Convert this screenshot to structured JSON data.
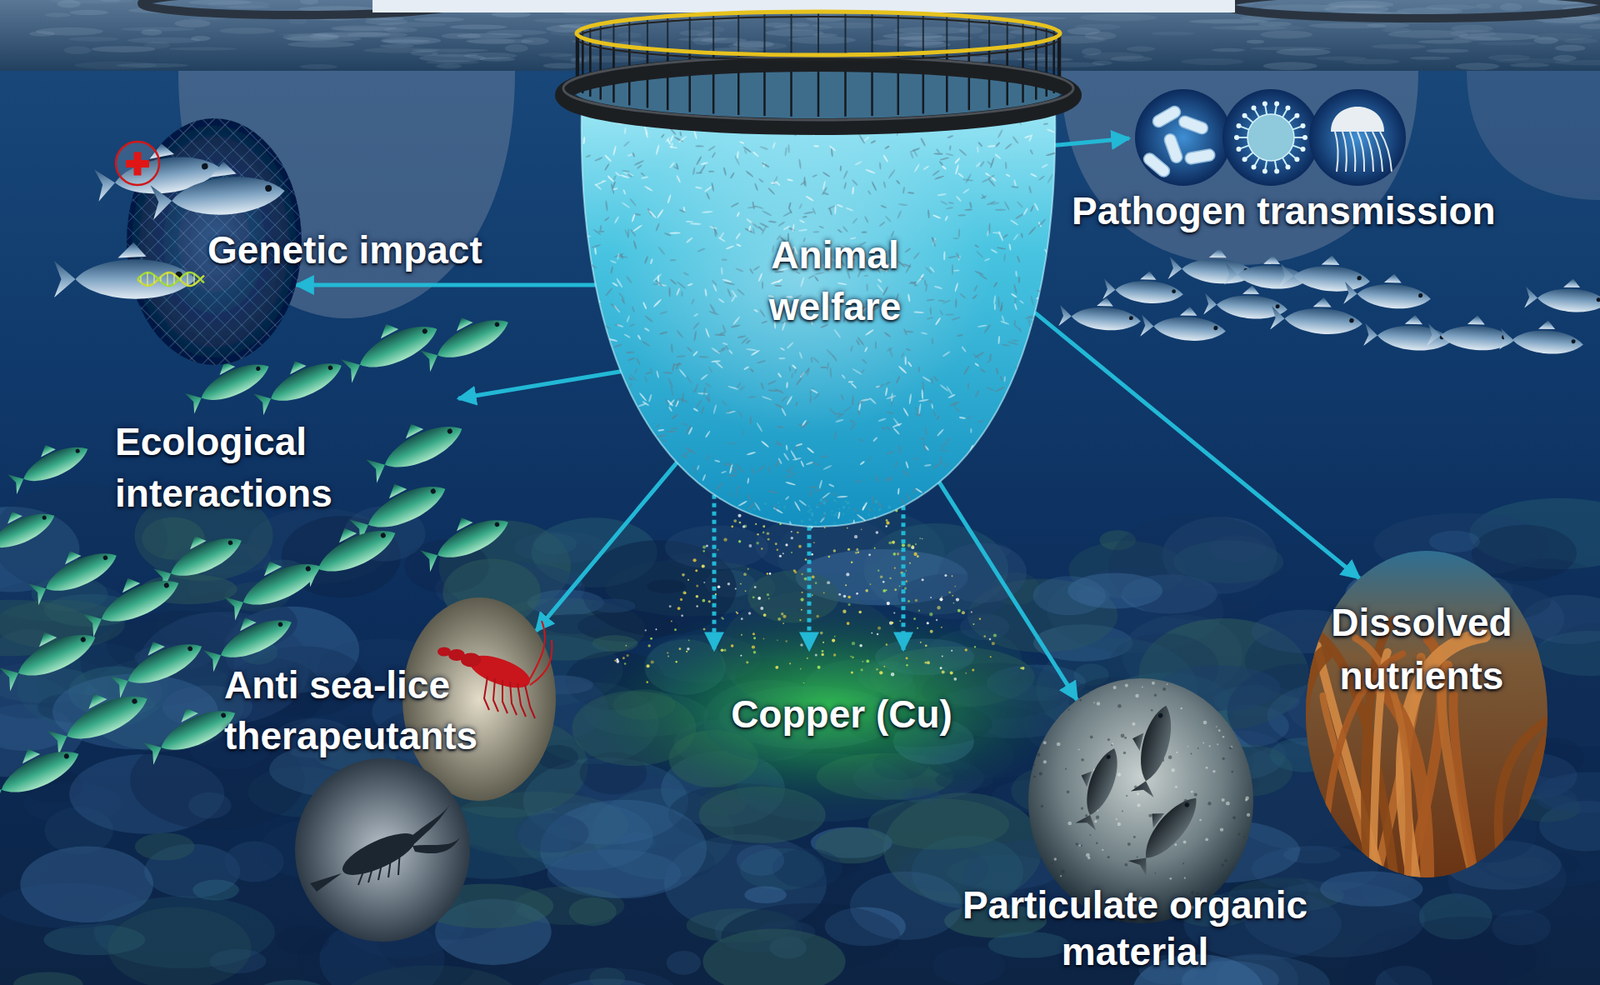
{
  "diagram": {
    "nodes": [
      {
        "text": [
          "Animal welfare"
        ]
      },
      {
        "text": [
          "Genetic impact"
        ]
      },
      {
        "text": [
          "Pathogen transmission"
        ]
      },
      {
        "text": [
          "Ecological interactions"
        ]
      },
      {
        "text": [
          "Dissolved nutrients"
        ]
      },
      {
        "text": [
          "Anti sea-lice therapeutants"
        ]
      },
      {
        "text": [
          "Copper (Cu)"
        ]
      },
      {
        "text": [
          "Particulate organic material"
        ]
      }
    ],
    "edges": [
      {
        "from": 0,
        "to": 1,
        "arrow": "to"
      },
      {
        "from": 0,
        "to": 2,
        "arrow": "to"
      },
      {
        "from": 0,
        "to": 3,
        "arrow": "to"
      },
      {
        "from": 0,
        "to": 4,
        "arrow": "to"
      },
      {
        "from": 0,
        "to": 5,
        "arrow": "to"
      },
      {
        "from": 0,
        "to": 6,
        "arrow": "to"
      },
      {
        "from": 0,
        "to": 6,
        "arrow": "to"
      },
      {
        "from": 0,
        "to": 6,
        "arrow": "to"
      },
      {
        "from": 0,
        "to": 7,
        "arrow": "to"
      }
    ]
  }
}
